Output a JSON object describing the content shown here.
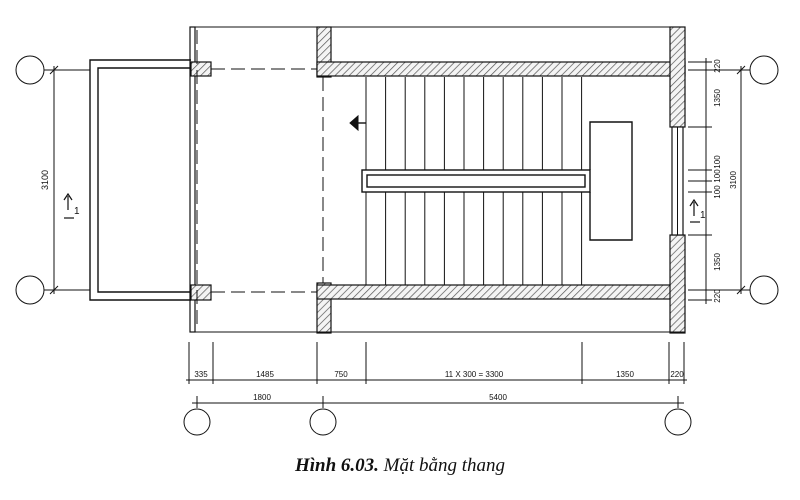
{
  "plan": {
    "dims_bottom_row1": [
      "335",
      "1485",
      "750",
      "11 X 300 = 3300",
      "1350",
      "220"
    ],
    "dims_bottom_row2": [
      "1800",
      "5400"
    ],
    "dims_right": [
      "220",
      "1350",
      "100",
      "100",
      "100",
      "1350",
      "220"
    ],
    "dim_right_total": "3100",
    "dim_left_total": "3100",
    "section_mark_left": "1",
    "section_mark_right": "1"
  },
  "caption": {
    "label": "Hình 6.03.",
    "text": " Mặt bằng thang"
  }
}
